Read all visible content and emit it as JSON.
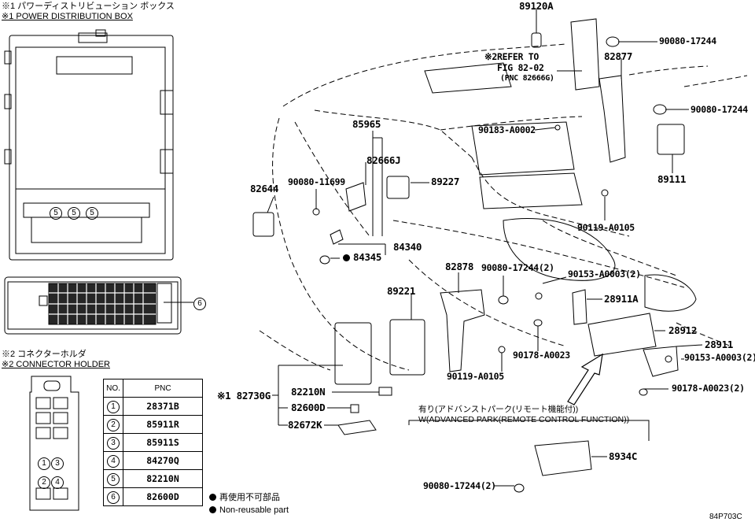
{
  "headers": {
    "pdb_jp": "※1 パワーディストリビューション ボックス",
    "pdb_en": "※1 POWER DISTRIBUTION BOX",
    "holder_jp": "※2 コネクターホルダ",
    "holder_en": "※2 CONNECTOR HOLDER",
    "adv_park_jp": "有り(アドバンストパーク(リモート機能付))",
    "adv_park_en": "W(ADVANCED PARK(REMOTE CONTROL FUNCTION))"
  },
  "refer": {
    "line1": "※2REFER TO",
    "line2": "FIG 82-02",
    "line3": "(PNC 82666G)"
  },
  "parts": {
    "p89120A": "89120A",
    "p90080_17244_a": "90080-17244",
    "p82877": "82877",
    "p90080_17244_b": "90080-17244",
    "p90183_A0002": "90183-A0002",
    "p85965": "85965",
    "p82666J": "82666J",
    "p89227": "89227",
    "p89111": "89111",
    "p82644": "82644",
    "p90080_11699": "90080-11699",
    "p90119_A0105_a": "90119-A0105",
    "p84345": "84345",
    "p84340": "84340",
    "p82878": "82878",
    "p90080_17244_2": "90080-17244(2)",
    "p90153_A0003_2a": "90153-A0003(2)",
    "p89221": "89221",
    "p28911A": "28911A",
    "p28912": "28912",
    "p28911": "28911",
    "p90153_A0003_2b": "90153-A0003(2)",
    "p90178_A0023": "90178-A0023",
    "p90119_A0105_b": "90119-A0105",
    "p90178_A0023_2": "90178-A0023(2)",
    "p82730G": "※1 82730G",
    "p82210N": "82210N",
    "p82600D": "82600D",
    "p82672K": "82672K",
    "p8934C": "8934C",
    "p90080_17244_2b": "90080-17244(2)"
  },
  "box_callouts": [
    "5",
    "5",
    "5",
    "6"
  ],
  "holder_numbers": [
    "1",
    "3",
    "2",
    "4"
  ],
  "table": {
    "head_no": "NO.",
    "head_pnc": "PNC",
    "rows": [
      {
        "no": "1",
        "pnc": "28371B"
      },
      {
        "no": "2",
        "pnc": "85911R"
      },
      {
        "no": "3",
        "pnc": "85911S"
      },
      {
        "no": "4",
        "pnc": "84270Q"
      },
      {
        "no": "5",
        "pnc": "82210N"
      },
      {
        "no": "6",
        "pnc": "82600D"
      }
    ]
  },
  "legend": {
    "jp": "再使用不可部品",
    "en": "Non-reusable part"
  },
  "figure_code": "84P703C"
}
